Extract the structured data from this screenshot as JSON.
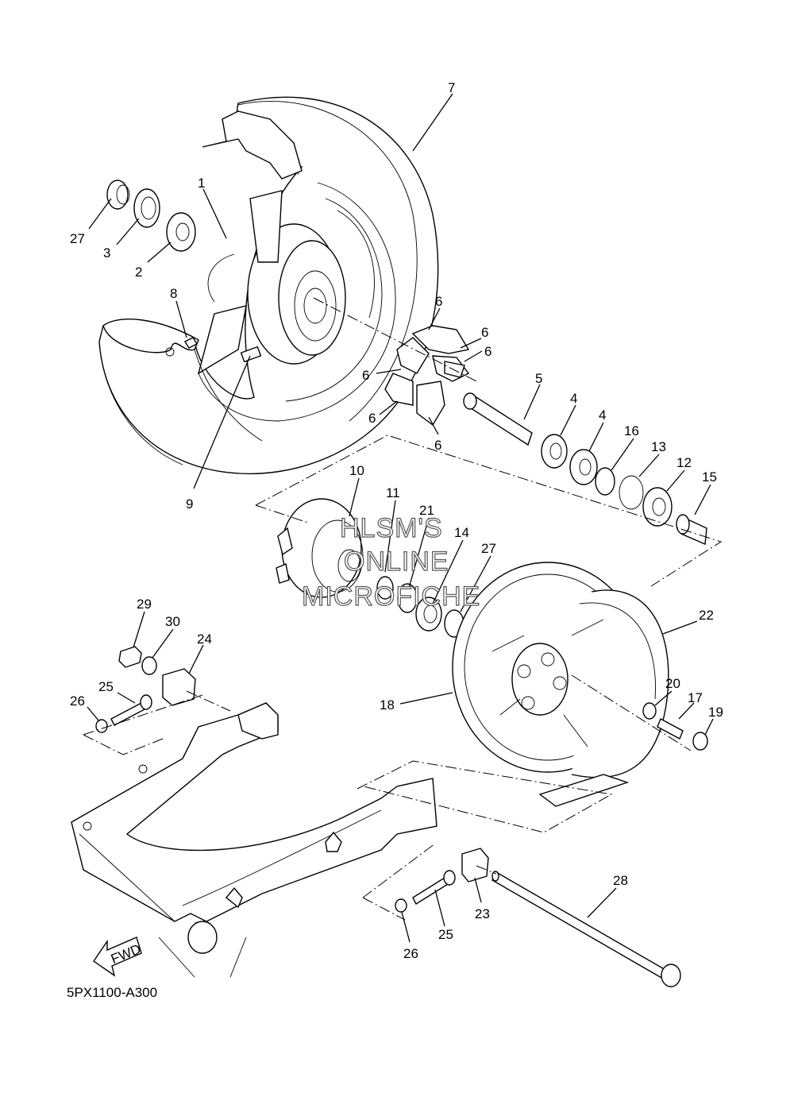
{
  "diagram": {
    "code": "5PX1100-A300",
    "fwd_label": "FWD",
    "watermark": [
      "HLSM'S",
      "ONLINE",
      "MICROFICHE"
    ],
    "callouts": [
      "1",
      "2",
      "3",
      "4",
      "4",
      "5",
      "6",
      "6",
      "6",
      "6",
      "6",
      "6",
      "7",
      "8",
      "9",
      "10",
      "11",
      "12",
      "13",
      "14",
      "15",
      "16",
      "17",
      "18",
      "19",
      "20",
      "21",
      "22",
      "23",
      "24",
      "25",
      "25",
      "26",
      "26",
      "27",
      "27",
      "28",
      "29",
      "30"
    ]
  }
}
